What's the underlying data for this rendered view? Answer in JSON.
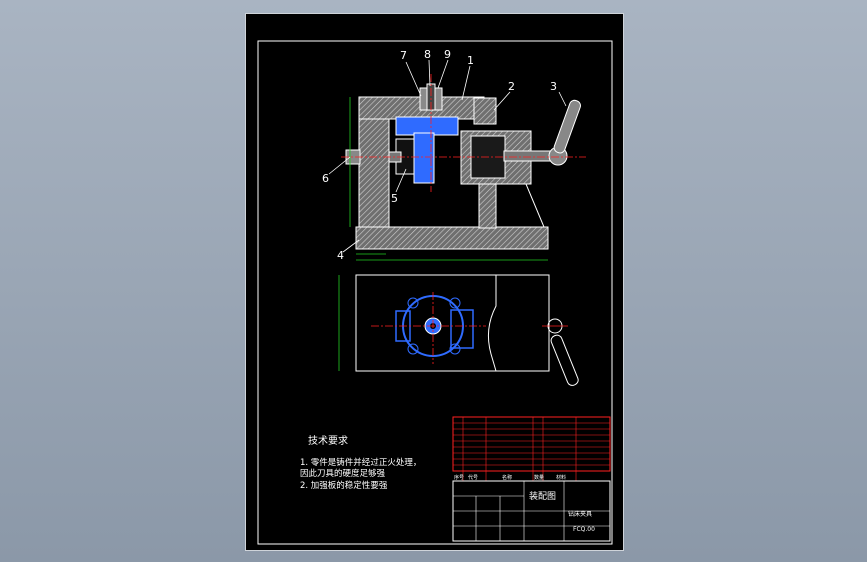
{
  "part_labels": [
    "7",
    "8",
    "9",
    "1",
    "2",
    "3",
    "6",
    "5",
    "4"
  ],
  "tech": {
    "title": "技术要求",
    "line1": "1. 零件是铸件并经过正火处理，",
    "line2": "因此刀具的硬度足够强",
    "line3": "2. 加强板的稳定性要强"
  },
  "title_block": {
    "drawing_name": "装配图",
    "designation": "钻床夹具",
    "number": "FCQ.00",
    "header_row": [
      "序号",
      "代号",
      "名称",
      "数量",
      "材料"
    ]
  },
  "colors": {
    "background": "#000000",
    "outline": "#ffffff",
    "section": "#b8b8b8",
    "table_lines": "#ff2020",
    "part_blue": "#2f6bff",
    "center_red": "#ff2020",
    "dim_green": "#22cc22"
  }
}
